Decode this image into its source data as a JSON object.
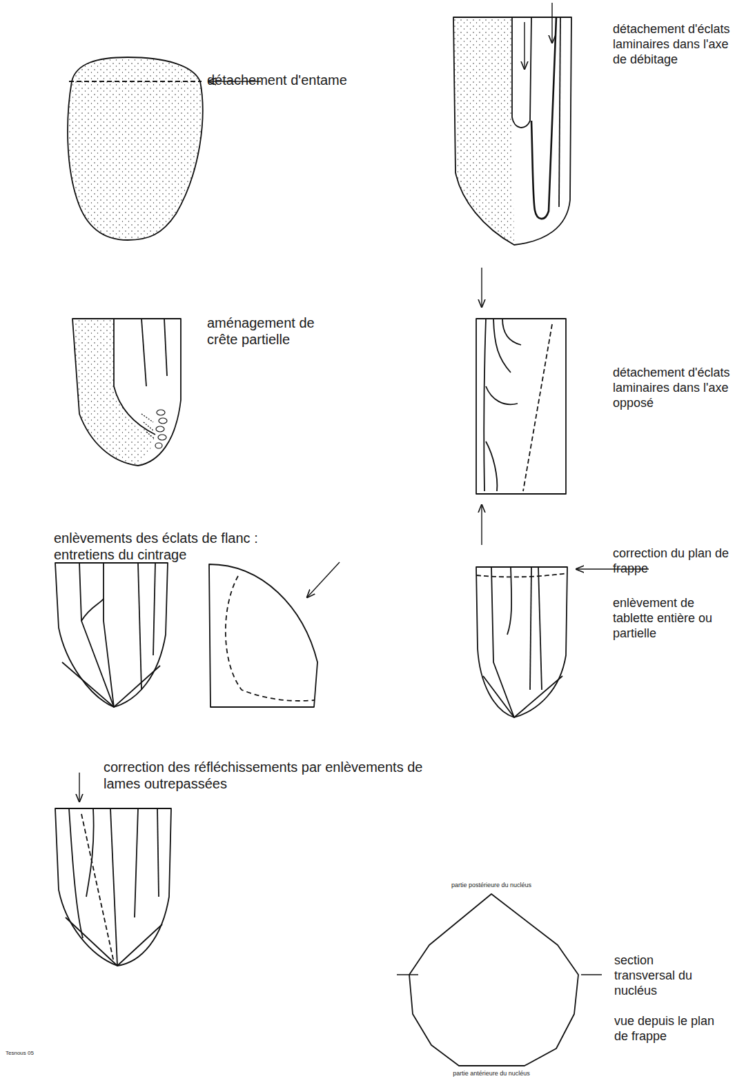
{
  "diagram": {
    "labels": [
      "détachement d'entame",
      "détachement d'éclats laminaires dans l'axe de débitage",
      "aménagement de crête partielle",
      "détachement d'éclats laminaires dans l'axe opposé",
      "enlèvements des éclats de flanc : entretiens du cintrage",
      "correction du plan de frappe",
      "enlèvement de tablette entière ou partielle",
      "correction des réfléchissements par enlèvements de lames outrepassées",
      "partie postérieure du nucléus",
      "section transversal du nucléus",
      "vue depuis le plan de frappe",
      "partie antérieure du nucléus",
      "Tesnous 05"
    ]
  }
}
